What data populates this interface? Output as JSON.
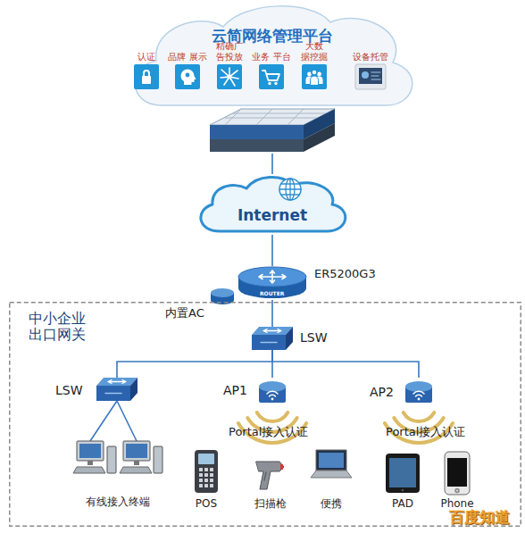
{
  "diagram": {
    "nodes": [
      {
        "text": [
          "云简网络管理平台"
        ]
      },
      {
        "text": [
          "认证"
        ],
        "in": 0
      },
      {
        "text": [
          "品牌 展示"
        ],
        "in": 0
      },
      {
        "text": [
          "精确广 告投放"
        ],
        "in": 0
      },
      {
        "text": [
          "业务 平台"
        ],
        "in": 0
      },
      {
        "text": [
          "大数 据挖掘"
        ],
        "in": 0
      },
      {
        "text": [
          "设备托管"
        ],
        "in": 0
      },
      {
        "text": [
          "Internet"
        ]
      },
      {
        "text": [
          "ER5200G3",
          "内置AC"
        ]
      },
      {
        "text": [
          "中小企业 出口网关"
        ]
      },
      {
        "text": [
          "LSW"
        ],
        "in": 9
      },
      {
        "text": [
          "LSW"
        ],
        "in": 9
      },
      {
        "text": [
          "AP1"
        ],
        "in": 9
      },
      {
        "text": [
          "AP2"
        ],
        "in": 9
      },
      {
        "text": [
          "有线接入终端"
        ],
        "in": 9
      },
      {
        "text": [
          "POS"
        ],
        "in": 9
      },
      {
        "text": [
          "扫描枪"
        ],
        "in": 9
      },
      {
        "text": [
          "便携"
        ],
        "in": 9
      },
      {
        "text": [
          "PAD"
        ],
        "in": 9
      },
      {
        "text": [
          "Phone"
        ],
        "in": 9
      }
    ],
    "edges": [
      {
        "from": 0,
        "to": 7,
        "arrow": "none"
      },
      {
        "from": 7,
        "to": 8,
        "arrow": "none"
      },
      {
        "from": 8,
        "to": 10,
        "arrow": "none"
      },
      {
        "from": 10,
        "to": 11,
        "arrow": "none"
      },
      {
        "from": 10,
        "to": 12,
        "arrow": "none"
      },
      {
        "from": 10,
        "to": 13,
        "arrow": "none"
      },
      {
        "from": 11,
        "to": 14,
        "arrow": "none"
      }
    ],
    "labels": [
      "ROUTER",
      "Portal接入认证",
      "Portal接入认证",
      "百度知道"
    ]
  }
}
